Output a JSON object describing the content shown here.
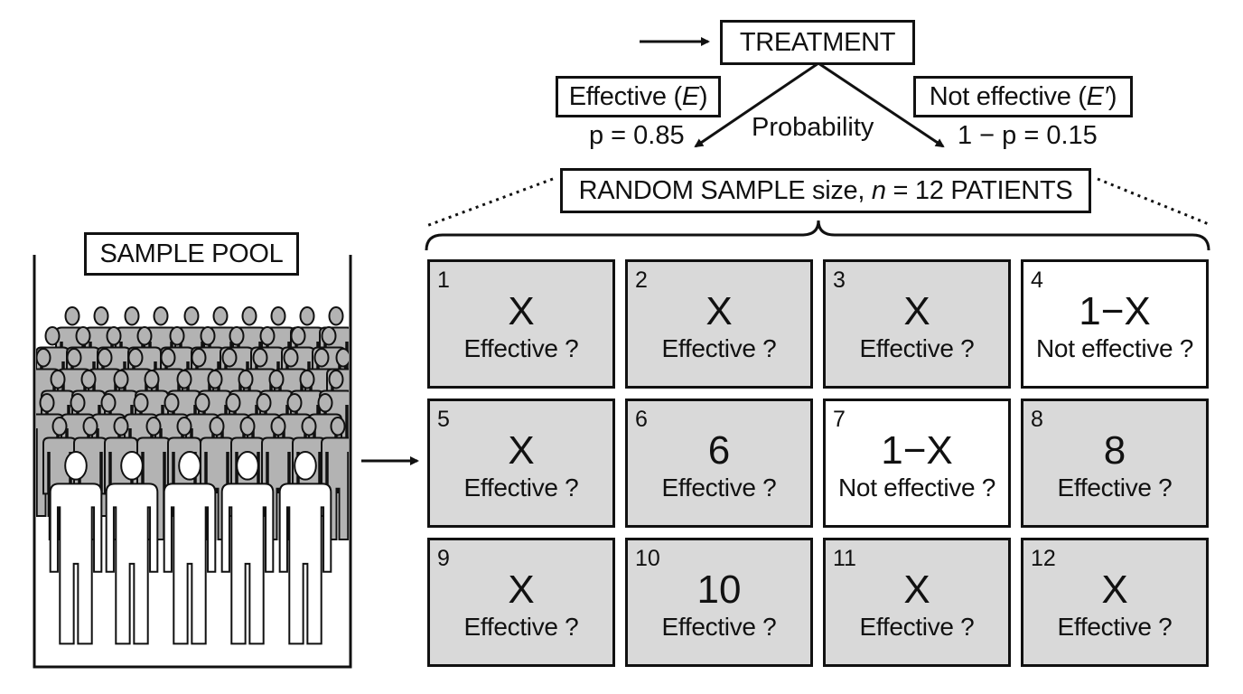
{
  "treatment": {
    "title": "TREATMENT",
    "effective_label": "Effective (",
    "effective_sym": "E",
    "effective_close": ")",
    "effective_prob": "p = 0.85",
    "probability_label": "Probability",
    "not_effective_label": "Not effective (",
    "not_effective_sym": "E′",
    "not_effective_close": ")",
    "not_effective_prob": "1 − p = 0.15"
  },
  "sample": {
    "label_pre": "RANDOM SAMPLE size, ",
    "label_n": "n",
    "label_post": " = 12 PATIENTS"
  },
  "pool": {
    "label": "SAMPLE POOL"
  },
  "colors": {
    "shaded": "#d9d9d9",
    "white": "#ffffff",
    "line": "#111111",
    "crowd": "#b3b3b3"
  },
  "patients": [
    {
      "num": "1",
      "value": "X",
      "caption": "Effective ?",
      "style": "shaded"
    },
    {
      "num": "2",
      "value": "X",
      "caption": "Effective ?",
      "style": "shaded"
    },
    {
      "num": "3",
      "value": "X",
      "caption": "Effective ?",
      "style": "shaded"
    },
    {
      "num": "4",
      "value": "1−X",
      "caption": "Not effective ?",
      "style": "white"
    },
    {
      "num": "5",
      "value": "X",
      "caption": "Effective ?",
      "style": "shaded"
    },
    {
      "num": "6",
      "value": "6",
      "caption": "Effective ?",
      "style": "shaded"
    },
    {
      "num": "7",
      "value": "1−X",
      "caption": "Not effective ?",
      "style": "white"
    },
    {
      "num": "8",
      "value": "8",
      "caption": "Effective ?",
      "style": "shaded"
    },
    {
      "num": "9",
      "value": "X",
      "caption": "Effective ?",
      "style": "shaded"
    },
    {
      "num": "10",
      "value": "10",
      "caption": "Effective ?",
      "style": "shaded"
    },
    {
      "num": "11",
      "value": "X",
      "caption": "Effective ?",
      "style": "shaded"
    },
    {
      "num": "12",
      "value": "X",
      "caption": "Effective ?",
      "style": "shaded"
    }
  ]
}
